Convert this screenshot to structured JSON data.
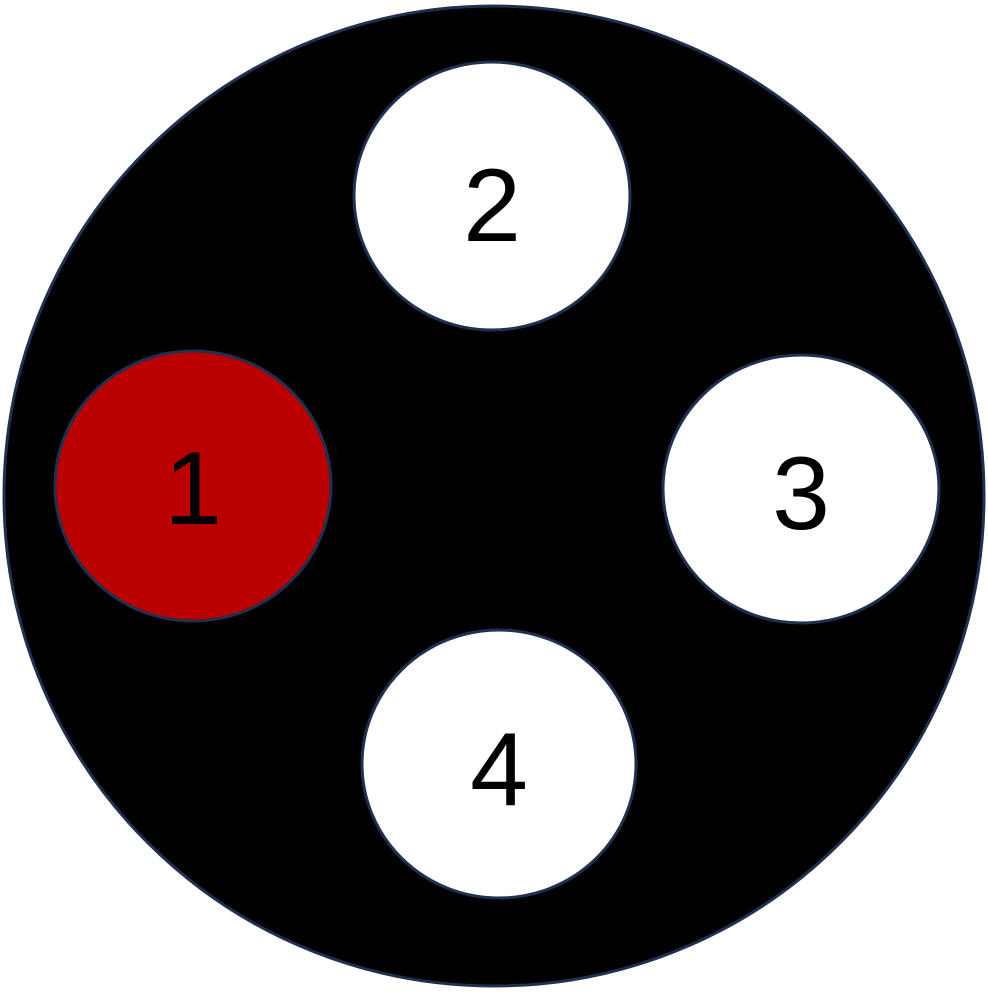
{
  "diagram": {
    "outer_color": "#000000",
    "border_color": "#1f3050",
    "default_hole_color": "#ffffff",
    "highlight_color": "#bb0000",
    "holes": [
      {
        "label": "1",
        "highlighted": true
      },
      {
        "label": "2",
        "highlighted": false
      },
      {
        "label": "3",
        "highlighted": false
      },
      {
        "label": "4",
        "highlighted": false
      }
    ]
  }
}
